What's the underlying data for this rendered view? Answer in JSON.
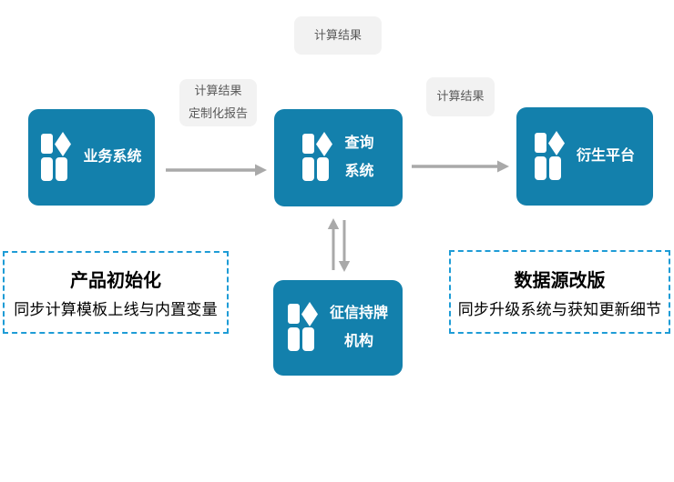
{
  "colors": {
    "node_fill": "#1380AC",
    "node_text": "#FFFFFF",
    "arrow": "#A9A9A9",
    "tag_bg": "#F2F2F2",
    "tag_text": "#595959",
    "dashed_border": "#1E9CD6",
    "note_text": "#000000",
    "background": "#FFFFFF"
  },
  "nodes": [
    {
      "id": "business-system",
      "lines": [
        "业务系统"
      ]
    },
    {
      "id": "query-system",
      "lines": [
        "查询",
        "系统"
      ]
    },
    {
      "id": "derivative-platform",
      "lines": [
        "衍生平台"
      ]
    },
    {
      "id": "credit-licensed-agency",
      "lines": [
        "征信持牌",
        "机构"
      ]
    }
  ],
  "edge_labels": {
    "top": "计算结果",
    "business_to_query": [
      "计算结果",
      "定制化报告"
    ],
    "query_to_derive": "计算结果"
  },
  "notes": {
    "left": {
      "title": "产品初始化",
      "subtitle": "同步计算模板上线与内置变量"
    },
    "right": {
      "title": "数据源改版",
      "subtitle": "同步升级系统与获知更新细节"
    }
  },
  "icons": {
    "node_icon": "grid-diamond-icon"
  }
}
